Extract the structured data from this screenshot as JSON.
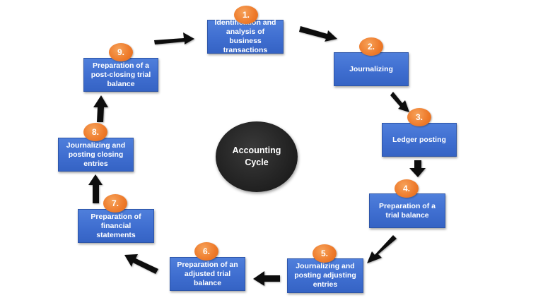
{
  "center": {
    "line1": "Accounting",
    "line2": "Cycle"
  },
  "steps": [
    {
      "number": "1.",
      "label": "Identification and analysis of business transactions"
    },
    {
      "number": "2.",
      "label": "Journalizing"
    },
    {
      "number": "3.",
      "label": "Ledger posting"
    },
    {
      "number": "4.",
      "label": "Preparation of a trial balance"
    },
    {
      "number": "5.",
      "label": "Journalizing and posting adjusting entries"
    },
    {
      "number": "6.",
      "label": "Preparation of an adjusted trial balance"
    },
    {
      "number": "7.",
      "label": "Preparation of financial statements"
    },
    {
      "number": "8.",
      "label": "Journalizing and posting closing entries"
    },
    {
      "number": "9.",
      "label": "Preparation of a post-closing trial balance"
    }
  ],
  "colors": {
    "box": "#4472c4",
    "badge": "#ed7d31",
    "center": "#222222",
    "arrow": "#111111"
  }
}
